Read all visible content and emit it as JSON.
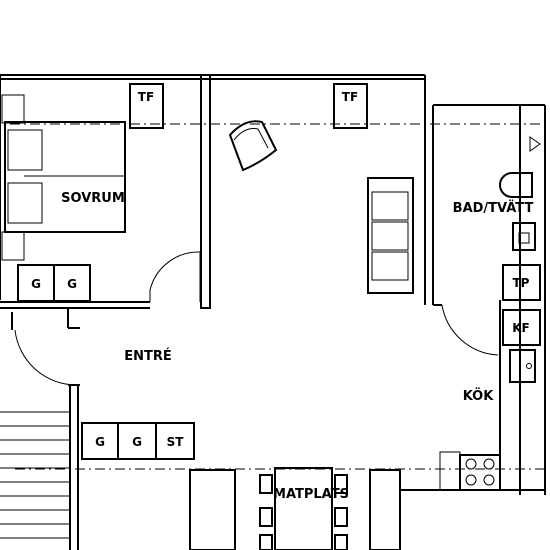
{
  "rooms": {
    "bedroom": "SOVRUM",
    "bath_laundry": "BAD/TVÄTT",
    "hall": "ENTRÉ",
    "kitchen": "KÖK",
    "dining": "MATPLATS"
  },
  "markers": {
    "tf_left": "TF",
    "tf_right": "TF",
    "wardrobe_a": "G",
    "wardrobe_b": "G",
    "hall_wardrobe_a": "G",
    "hall_wardrobe_b": "G",
    "hall_storage": "ST",
    "dryer": "TP",
    "fridge_freezer": "KF"
  }
}
